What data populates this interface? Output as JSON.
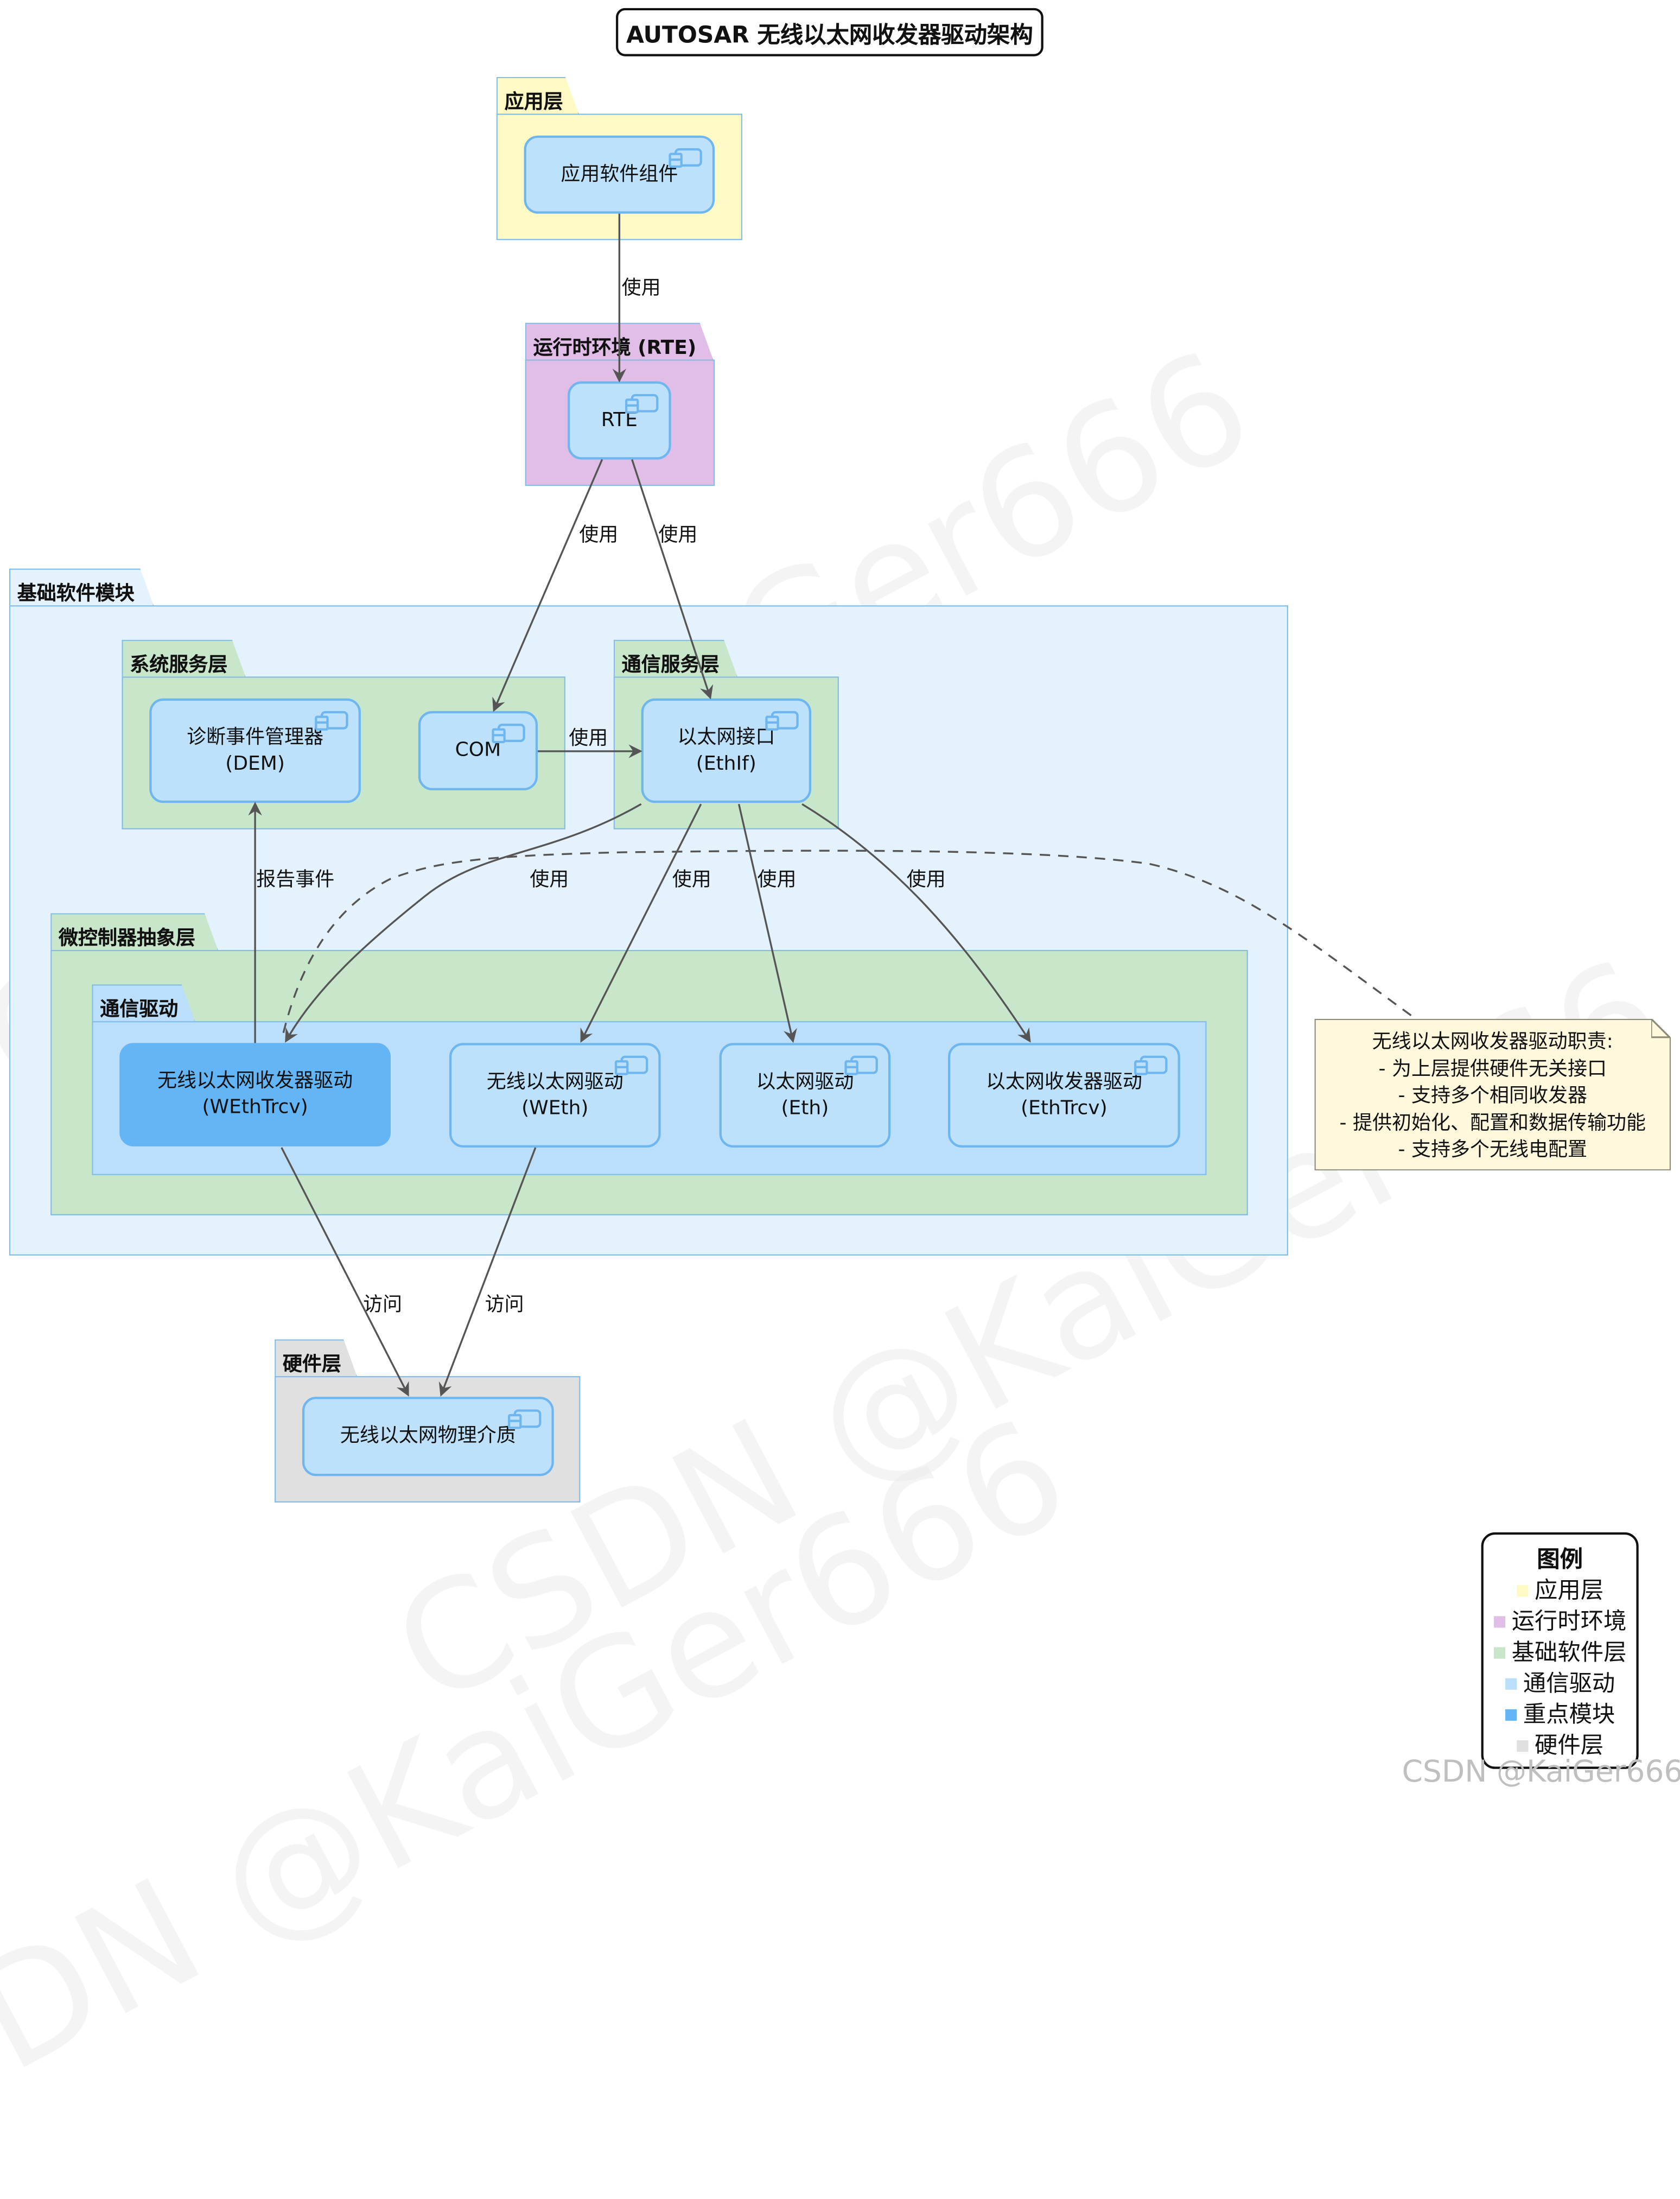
{
  "title": "AUTOSAR 无线以太网收发器驱动架构",
  "packages": {
    "app": "应用层",
    "rte": "运行时环境 (RTE)",
    "bsw": "基础软件模块",
    "sys_services": "系统服务层",
    "comm_services": "通信服务层",
    "mcal": "微控制器抽象层",
    "comm_drivers": "通信驱动",
    "hardware": "硬件层"
  },
  "components": {
    "app_swc": "应用软件组件",
    "rte": "RTE",
    "dem_l1": "诊断事件管理器",
    "dem_l2": "(DEM)",
    "com": "COM",
    "ethif_l1": "以太网接口",
    "ethif_l2": "(EthIf)",
    "wethtrcv_l1": "无线以太网收发器驱动",
    "wethtrcv_l2": "(WEthTrcv)",
    "weth_l1": "无线以太网驱动",
    "weth_l2": "(WEth)",
    "eth_l1": "以太网驱动",
    "eth_l2": "(Eth)",
    "ethtrcv_l1": "以太网收发器驱动",
    "ethtrcv_l2": "(EthTrcv)",
    "medium": "无线以太网物理介质"
  },
  "edge_labels": {
    "app_rte": "使用",
    "rte_com": "使用",
    "rte_ethif": "使用",
    "com_ethif": "使用",
    "wethtrcv_dem": "报告事件",
    "ethif_wethtrcv": "使用",
    "ethif_weth": "使用",
    "ethif_eth": "使用",
    "ethif_ethtrcv": "使用",
    "wethtrcv_medium": "访问",
    "weth_medium": "访问"
  },
  "note": {
    "lines": [
      "无线以太网收发器驱动职责:",
      "- 为上层提供硬件无关接口",
      "- 支持多个相同收发器",
      "- 提供初始化、配置和数据传输功能",
      "- 支持多个无线电配置"
    ]
  },
  "legend": {
    "title": "图例",
    "items": [
      {
        "label": "应用层",
        "color": "#fff9c4"
      },
      {
        "label": "运行时环境",
        "color": "#e1bee7"
      },
      {
        "label": "基础软件层",
        "color": "#c8e6c9"
      },
      {
        "label": "通信驱动",
        "color": "#bbdefb"
      },
      {
        "label": "重点模块",
        "color": "#64b5f6"
      },
      {
        "label": "硬件层",
        "color": "#e0e0e0"
      }
    ]
  },
  "watermark": "CSDN @KaiGer666",
  "colors": {
    "app": "#fff9c4",
    "rte": "#e1bee7",
    "bsw": "#e3f2fd",
    "services": "#c8e6c9",
    "drivers": "#bbdefb",
    "component": "#bde0fb",
    "highlight": "#64b5f6",
    "hardware": "#e0e0e0",
    "note": "#fff8dc"
  }
}
